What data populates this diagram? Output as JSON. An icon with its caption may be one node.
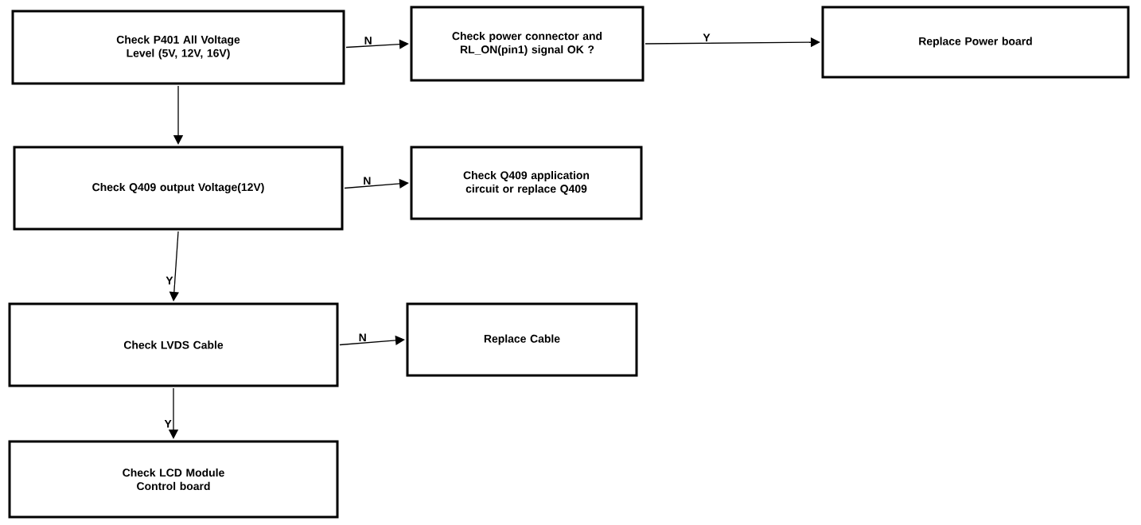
{
  "diagram": {
    "nodes": [
      {
        "text": [
          "Check P401 All Voltage Level (5V, 12V, 16V)"
        ]
      },
      {
        "text": [
          "Check power connector and RL_ON(pin1) signal OK ?"
        ]
      },
      {
        "text": [
          "Replace Power board"
        ]
      },
      {
        "text": [
          "Check Q409 output Voltage(12V)"
        ]
      },
      {
        "text": [
          "Check Q409 application circuit or replace Q409"
        ]
      },
      {
        "text": [
          "Check LVDS Cable"
        ]
      },
      {
        "text": [
          "Replace Cable"
        ]
      },
      {
        "text": [
          "Check LCD Module Control board"
        ]
      }
    ],
    "edges": [
      {
        "from": 0,
        "to": 1,
        "arrow": "to",
        "label": "N"
      },
      {
        "from": 1,
        "to": 2,
        "arrow": "to",
        "label": "Y"
      },
      {
        "from": 0,
        "to": 3,
        "arrow": "to"
      },
      {
        "from": 3,
        "to": 4,
        "arrow": "to",
        "label": "N"
      },
      {
        "from": 3,
        "to": 5,
        "arrow": "to",
        "label": "Y"
      },
      {
        "from": 5,
        "to": 6,
        "arrow": "to",
        "label": "N"
      },
      {
        "from": 5,
        "to": 7,
        "arrow": "to",
        "label": "Y"
      }
    ]
  }
}
